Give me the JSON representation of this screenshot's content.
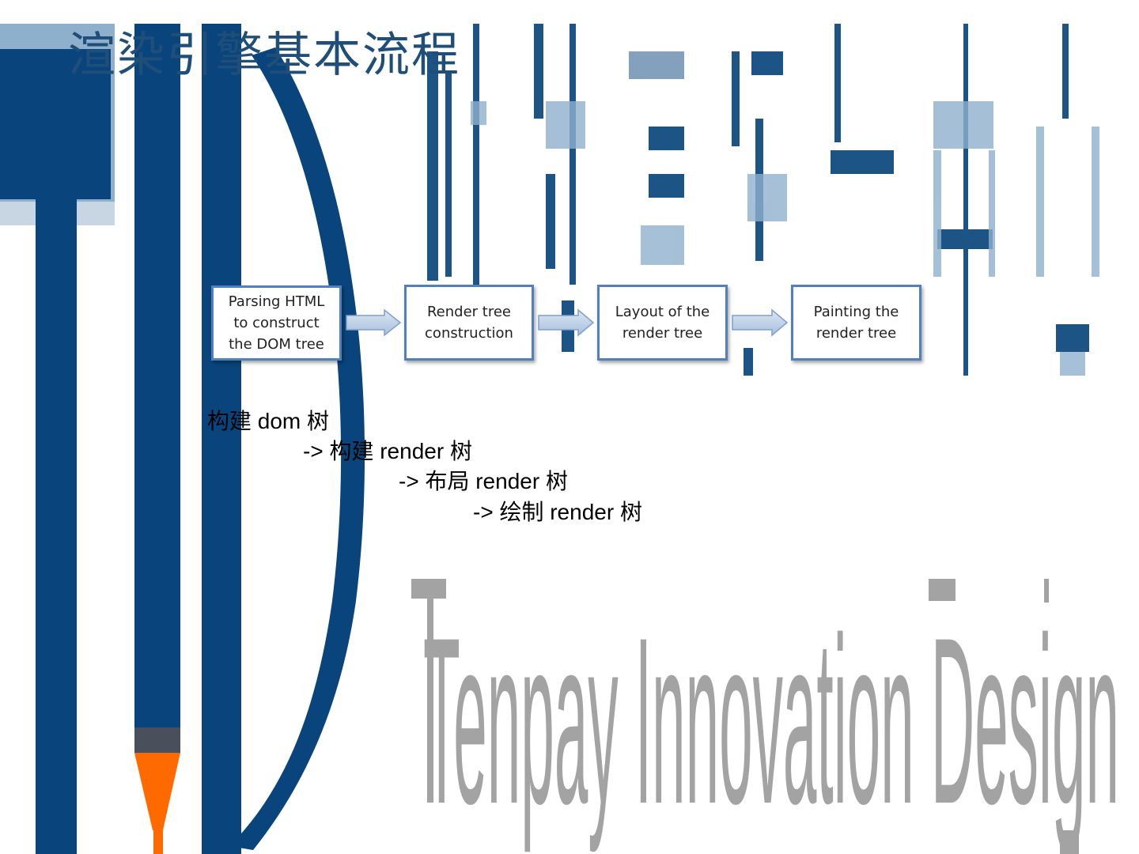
{
  "slide": {
    "title": "渲染引擎基本流程",
    "flow_steps": [
      {
        "label": "Parsing HTML\nto construct\nthe DOM tree"
      },
      {
        "label": "Render tree\nconstruction"
      },
      {
        "label": "Layout of the\nrender tree"
      },
      {
        "label": "Painting the\nrender tree"
      }
    ],
    "pipeline_lines": [
      "构建 dom 树",
      "-> 构建 render 树",
      "-> 布局 render 树",
      "-> 绘制 render 树"
    ],
    "watermark_text": "Tenpay Innovation Design"
  },
  "colors": {
    "brand_blue": "#09457c",
    "light_blue": "#8fb0cd",
    "title_blue": "#1f4e79",
    "pencil_orange": "#ff6a00",
    "watermark_gray": "#a3a3a3",
    "step_border": "#4f81bd",
    "arrow_fill": "#b8cce4"
  }
}
